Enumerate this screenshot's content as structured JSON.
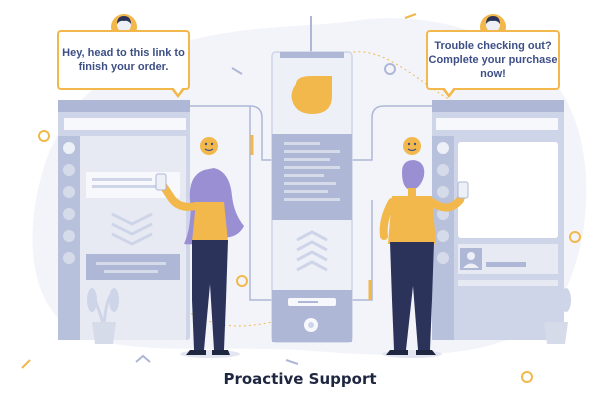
{
  "messages": {
    "left": {
      "line1": "Hey, head to this link to",
      "line2": "finish your order."
    },
    "right": {
      "line1": "Trouble checking out?",
      "line2": "Complete your purchase",
      "line3": "now!"
    }
  },
  "caption": "Proactive Support",
  "colors": {
    "accent_yellow": "#f2b84b",
    "navy": "#3d4f86",
    "panel_blue": "#aeb8d6",
    "panel_light": "#eef0f7",
    "blob": "#f3f4fa",
    "purple_hair": "#9a8fd3"
  },
  "icons": [
    "smiley-icon",
    "chevron-up-icon",
    "chevron-down-icon",
    "user-avatar-icon",
    "ring-decoration",
    "potted-plant"
  ]
}
